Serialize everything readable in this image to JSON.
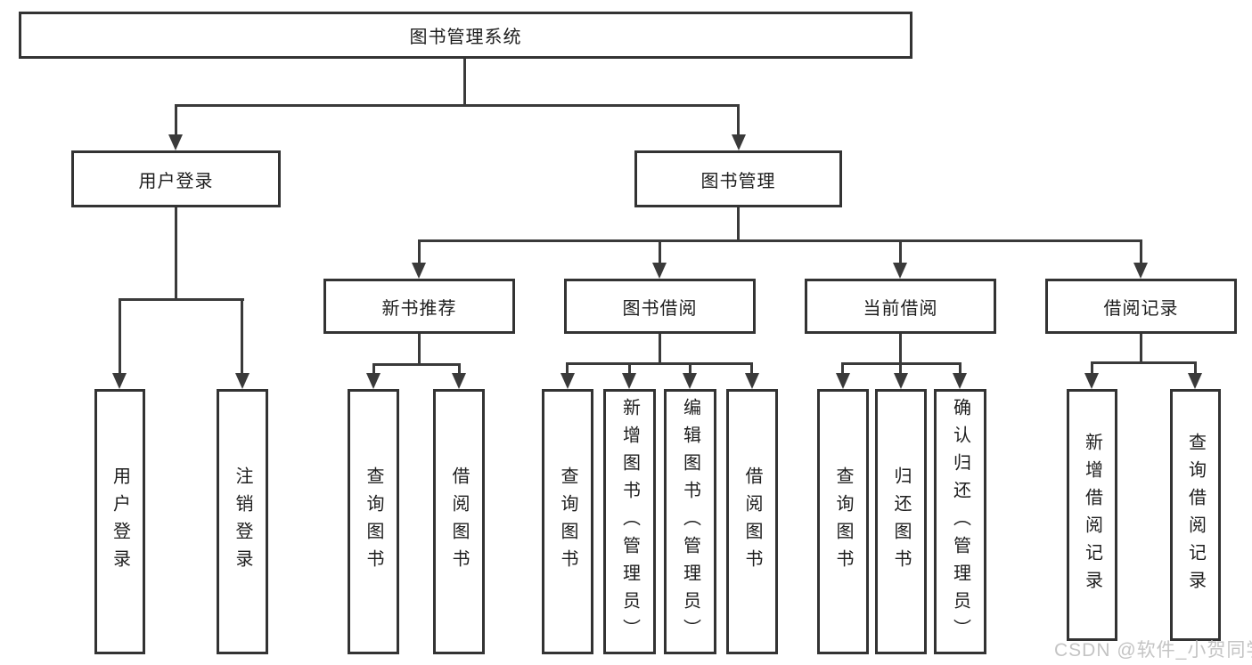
{
  "tree": {
    "root": "图书管理系统",
    "branches": [
      {
        "label": "用户登录",
        "children": [
          "用户登录",
          "注销登录"
        ]
      },
      {
        "label": "图书管理",
        "children": [
          {
            "label": "新书推荐",
            "children": [
              "查询图书",
              "借阅图书"
            ]
          },
          {
            "label": "图书借阅",
            "children": [
              "查询图书",
              "新增图书（管理员）",
              "编辑图书（管理员）",
              "借阅图书"
            ]
          },
          {
            "label": "当前借阅",
            "children": [
              "查询图书",
              "归还图书",
              "确认归还（管理员）"
            ]
          },
          {
            "label": "借阅记录",
            "children": [
              "新增借阅记录",
              "查询借阅记录"
            ]
          }
        ]
      }
    ]
  },
  "watermark": {
    "text": "CSDN @软件_小贺同学"
  },
  "colors": {
    "line": "#3a3a3a",
    "box_border": "#333333",
    "text": "#1e1e1e",
    "background": "#ffffff",
    "watermark": "#c4c4c4"
  }
}
